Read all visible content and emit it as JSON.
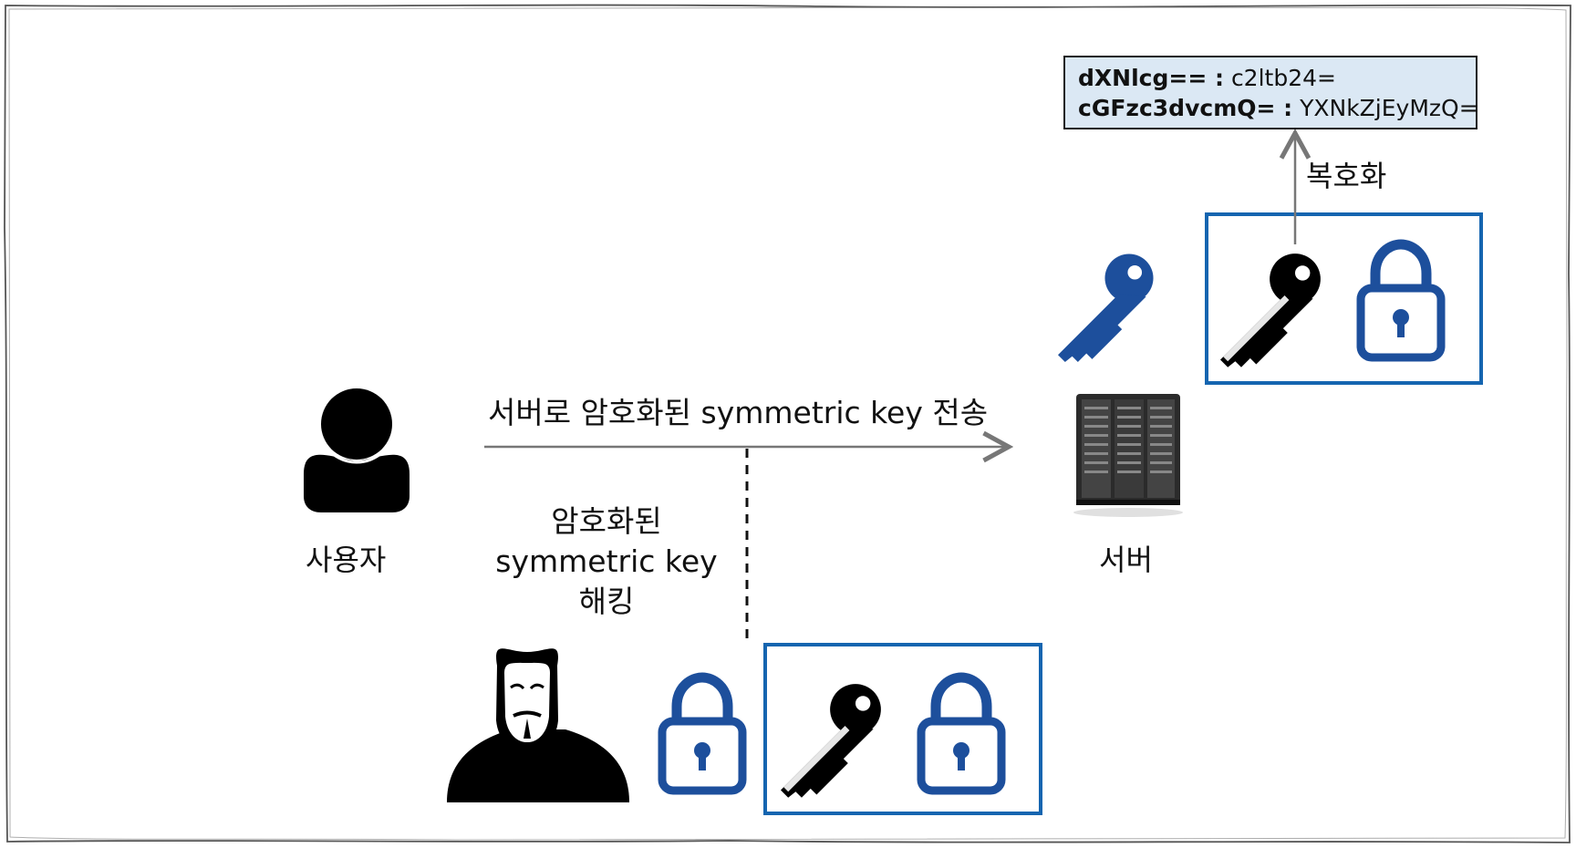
{
  "diagram": {
    "user_label": "사용자",
    "server_label": "서버",
    "transfer_label": "서버로 암호화된 symmetric key 전송",
    "hack_label_line1": "암호화된",
    "hack_label_line2": "symmetric key",
    "hack_label_line3": "해킹",
    "decrypt_label": "복호화",
    "result": {
      "line1_key": "dXNlcg== :",
      "line1_value": "c2ltb24=",
      "line2_key": "cGFzc3dvcmQ= :",
      "line2_value": "YXNkZjEyMzQ="
    }
  },
  "colors": {
    "accent_blue": "#1d4f9c",
    "box_border": "#1565b0",
    "result_bg": "#dbe8f4",
    "arrow": "#777777"
  },
  "icons": [
    "user-icon",
    "server-icon",
    "hacker-icon",
    "key-icon",
    "lock-icon"
  ]
}
